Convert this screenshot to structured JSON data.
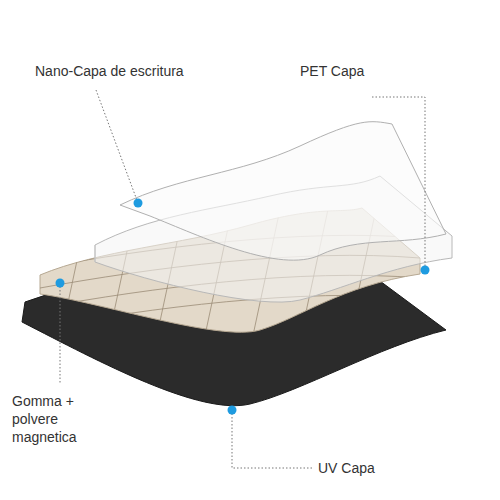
{
  "diagram": {
    "labels": [
      "Nano-Capa de escritura",
      "PET Capa",
      "Gomma + polvere magnetica",
      "UV Capa"
    ]
  }
}
